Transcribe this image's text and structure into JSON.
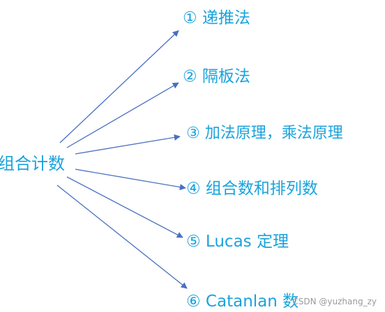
{
  "diagram": {
    "root": {
      "label": "组合计数"
    },
    "branches": [
      {
        "label": "① 递推法"
      },
      {
        "label": "② 隔板法"
      },
      {
        "label": "③ 加法原理，乘法原理"
      },
      {
        "label": "④ 组合数和排列数"
      },
      {
        "label": "⑤ Lucas 定理"
      },
      {
        "label": "⑥ Catanlan 数"
      }
    ]
  },
  "colors": {
    "text": "#1aa3dc",
    "arrow": "#4a6fc0"
  },
  "watermark": {
    "text": "CSDN @yuzhang_zy"
  }
}
